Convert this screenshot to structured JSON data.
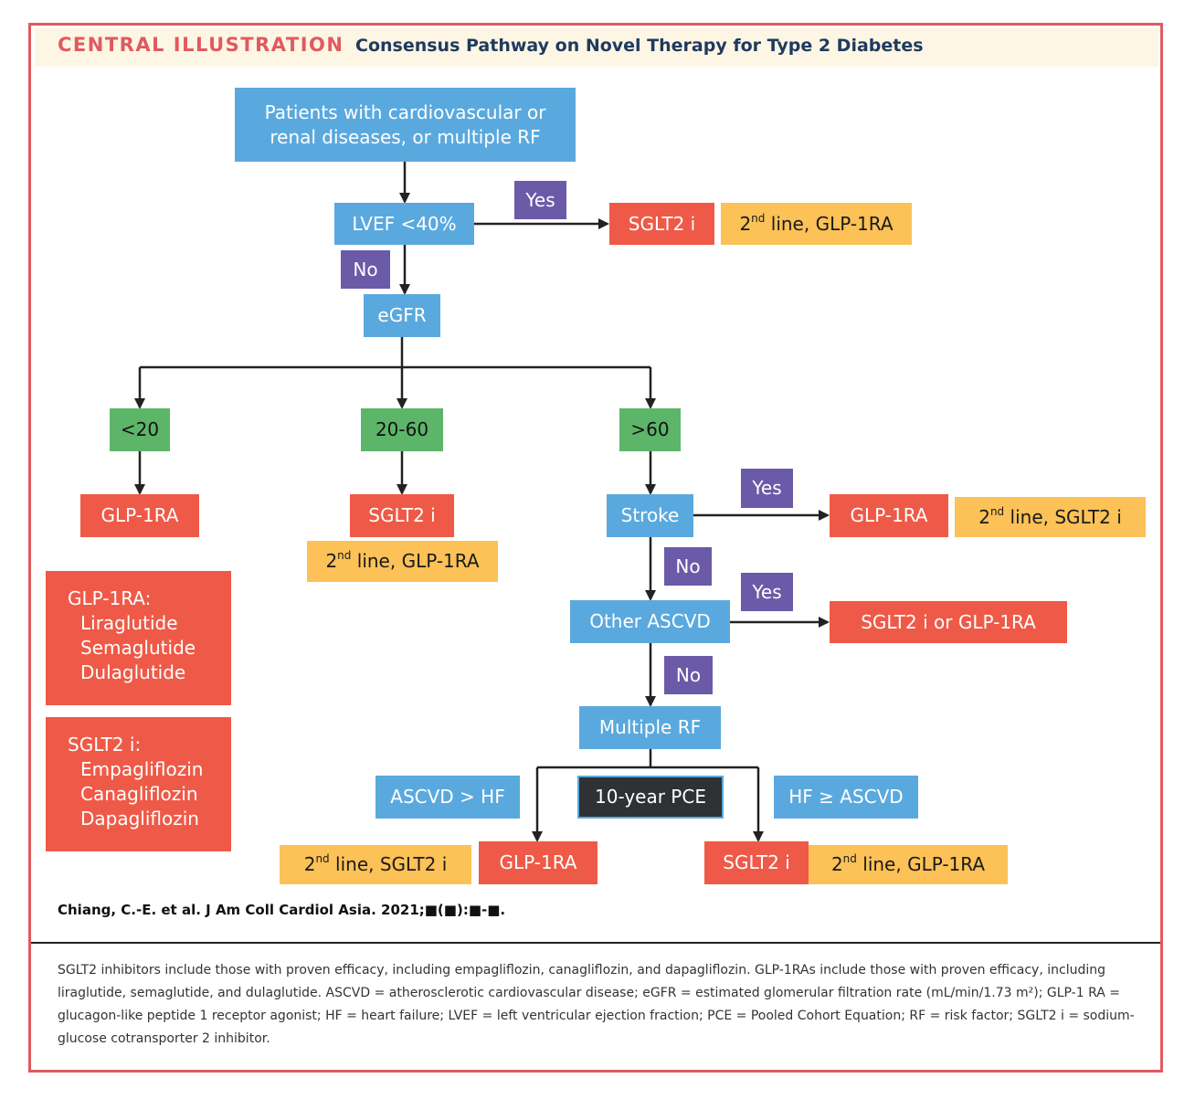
{
  "header": {
    "label": "CENTRAL ILLUSTRATION",
    "title": "Consensus Pathway on Novel Therapy for Type 2 Diabetes"
  },
  "nodes": {
    "start": "Patients with cardiovascular or renal diseases, or multiple RF",
    "start_line1": "Patients with cardiovascular or",
    "start_line2": "renal diseases, or multiple RF",
    "lvef": "LVEF <40%",
    "yes_lvef": "Yes",
    "sglt2_top": "SGLT2 i",
    "second_line_glp_top": "line, GLP-1RA",
    "no_lvef": "No",
    "egfr": "eGFR",
    "lt20": "<20",
    "mid": "20-60",
    "gt60": ">60",
    "glp_lt20": "GLP-1RA",
    "sglt2_mid": "SGLT2 i",
    "second_line_glp_mid": "line, GLP-1RA",
    "stroke": "Stroke",
    "yes_stroke": "Yes",
    "glp_stroke": "GLP-1RA",
    "second_line_sglt_stroke": "line, SGLT2 i",
    "no_stroke": "No",
    "other_ascvd": "Other ASCVD",
    "yes_ascvd": "Yes",
    "sglt_or_glp": "SGLT2 i or GLP-1RA",
    "no_ascvd": "No",
    "multiple_rf": "Multiple RF",
    "ascvd_gt_hf": "ASCVD > HF",
    "pce": "10-year PCE",
    "hf_ge_ascvd": "HF ≥ ASCVD",
    "second_line_sglt_bottom": "line, SGLT2 i",
    "glp_bottom": "GLP-1RA",
    "sglt2_bottom": "SGLT2 i",
    "second_line_glp_bottom": "line, GLP-1RA",
    "second_prefix": "2",
    "second_sup": "nd"
  },
  "legend": {
    "glp": {
      "title": "GLP-1RA:",
      "items": [
        "Liraglutide",
        "Semaglutide",
        "Dulaglutide"
      ]
    },
    "sglt": {
      "title": "SGLT2 i:",
      "items": [
        "Empagliflozin",
        "Canagliflozin",
        "Dapagliflozin"
      ]
    }
  },
  "citation": "Chiang, C.-E. et al. J Am Coll Cardiol Asia. 2021;■(■):■-■.",
  "footnote": "SGLT2 inhibitors include those with proven efficacy, including empagliflozin, canagliflozin, and dapagliflozin. GLP-1RAs include those with proven efficacy, including liraglutide, semaglutide, and dulaglutide. ASCVD = atherosclerotic cardiovascular disease; eGFR = estimated glomerular filtration rate (mL/min/1.73 m²); GLP-1 RA = glucagon-like peptide 1 receptor agonist; HF = heart failure; LVEF = left ventricular ejection fraction; PCE = Pooled Cohort Equation; RF = risk factor; SGLT2 i = sodium-glucose cotransporter 2 inhibitor.",
  "colors": {
    "blue": "#5aa9de",
    "red": "#ee5a47",
    "gold": "#fcc157",
    "green": "#5db569",
    "purple": "#6a5aa8",
    "dark": "#2f3133",
    "frame": "#e05a61",
    "title_navy": "#1f3a5f"
  }
}
